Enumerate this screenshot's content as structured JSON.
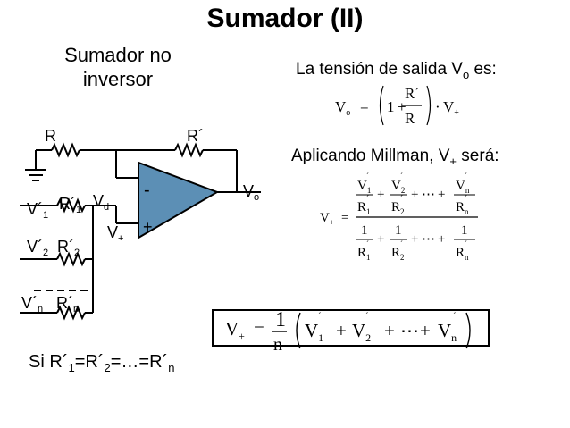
{
  "title": "Sumador (II)",
  "subtitle": {
    "line1": "Sumador no",
    "line2": "inversor"
  },
  "text_vo": {
    "prefix": "La tensión de salida V",
    "sub": "o",
    "suffix": " es:"
  },
  "text_millman": {
    "prefix": "Aplicando Millman, V",
    "sub": "+",
    "suffix": " será:"
  },
  "bottom_text": {
    "p1": "Si R´",
    "s1": "1",
    "p2": "=R´",
    "s2": "2",
    "p3": "=…=R´",
    "s3": "n"
  },
  "circuit": {
    "r": "R",
    "r_prime": "R´",
    "minus": "-",
    "plus": "+",
    "vo": "V",
    "vo_sub": "o",
    "vd": "V",
    "vd_sub": "d",
    "vplus": "V",
    "vplus_sub": "+",
    "v1": "V´",
    "v1_sub": "1",
    "r1": "R´",
    "r1_sub": "1",
    "v2": "V´",
    "v2_sub": "2",
    "r2": "R´",
    "r2_sub": "2",
    "vn": "V´",
    "vn_sub": "n",
    "rn": "R´",
    "rn_sub": "n"
  },
  "formula_vo": {
    "lhs": "V",
    "lhs_sub": "o",
    "eq": "=",
    "one": "1",
    "plus": "+",
    "num": "R´",
    "den": "R",
    "dot": "·",
    "v": "V",
    "v_sub": "+"
  },
  "formula_millman": {
    "lhs": "V",
    "lhs_sub": "+",
    "eq": "=",
    "v": "V",
    "r": "R",
    "prime": "´",
    "one": "1",
    "s1": "1",
    "s2": "2",
    "sn": "n",
    "plus": "+",
    "dots": "⋯"
  },
  "formula_final": {
    "lhs": "V",
    "lhs_sub": "+",
    "eq": "=",
    "num": "1",
    "den": "n",
    "v": "V",
    "prime": "´",
    "s1": "1",
    "s2": "2",
    "sn": "n",
    "plus": "+",
    "dots": "⋯"
  }
}
